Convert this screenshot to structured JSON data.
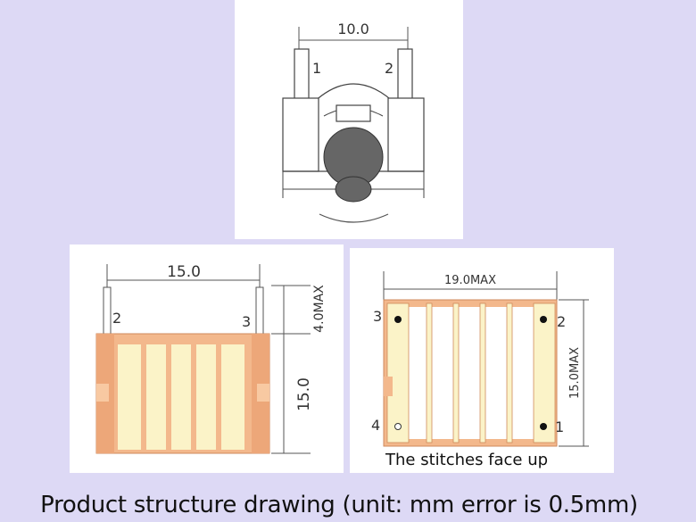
{
  "top_view": {
    "dimension": "10.0",
    "pin_left": "1",
    "pin_right": "2"
  },
  "side_view": {
    "width_dim": "15.0",
    "height_dim": "15.0",
    "pin_dim": "4.0MAX",
    "pin_left": "2",
    "pin_right": "3"
  },
  "bottom_view": {
    "width_dim": "19.0MAX",
    "height_dim": "15.0MAX",
    "pin_tl": "3",
    "pin_tr": "2",
    "pin_bl": "4",
    "pin_br": "1",
    "note": "The stitches face up"
  },
  "caption": "Product structure drawing (unit: mm error is 0.5mm)",
  "colors": {
    "background": "#ddd9f5",
    "coil_fill": "#fbf3c8",
    "frame_fill": "#f3b88c",
    "frame_dark": "#e29a6c"
  }
}
